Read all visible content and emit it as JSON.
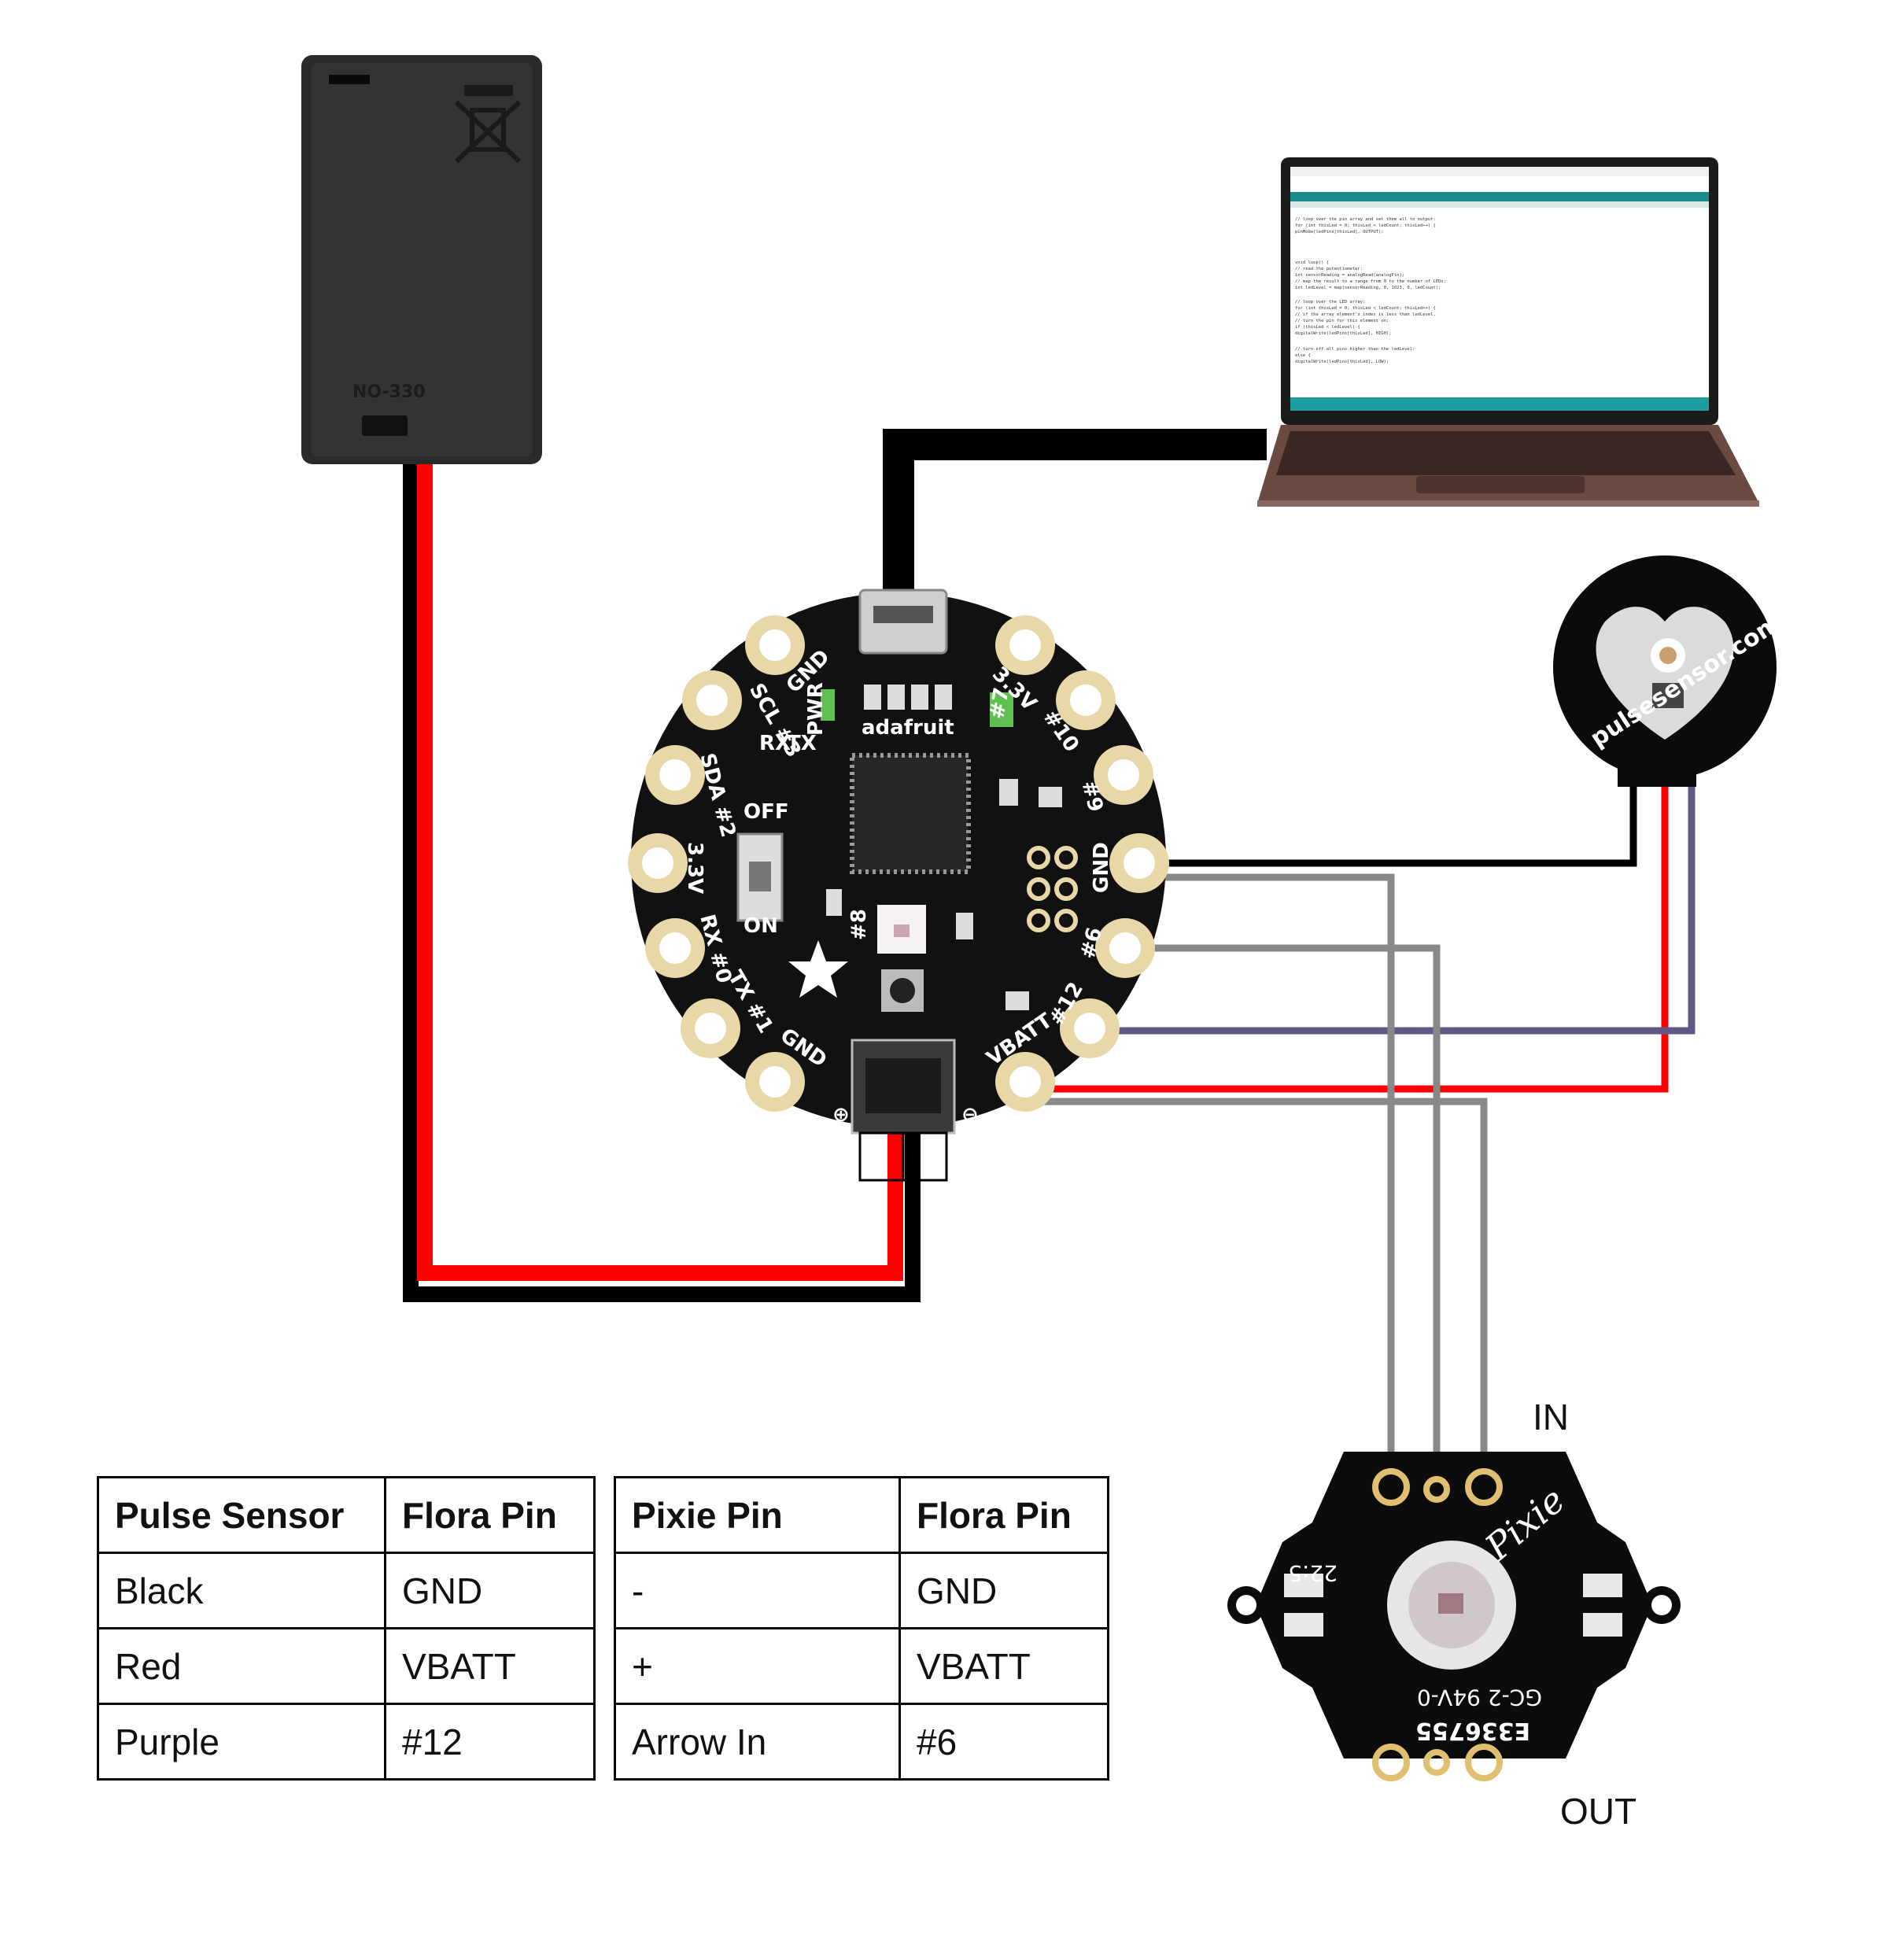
{
  "components": {
    "battery": {
      "model": "NO-330"
    },
    "flora": {
      "brand": "adafruit",
      "pads": [
        "GND",
        "3.3V",
        "#10",
        "#9",
        "GND",
        "#6",
        "#12",
        "VBATT",
        "GND",
        "TX #1",
        "RX #0",
        "3.3V",
        "SDA #2",
        "SCL #3"
      ],
      "board_labels": [
        "PWR",
        "RX",
        "TX",
        "OFF",
        "ON",
        "#7",
        "#8"
      ]
    },
    "pulse_sensor": {
      "brand": "pulsesensor.com"
    },
    "pixie": {
      "logo": "Pixie",
      "codes": [
        "22:5",
        "GC-2 94V-0",
        "E336755"
      ]
    }
  },
  "wire_colors": {
    "black": "#000000",
    "red": "#ff0000",
    "purple": "#605888",
    "gray": "#888888"
  },
  "labels": {
    "in": "IN",
    "out": "OUT"
  },
  "pulse_table": {
    "headers": [
      "Pulse Sensor",
      "Flora Pin"
    ],
    "rows": [
      [
        "Black",
        "GND"
      ],
      [
        "Red",
        "VBATT"
      ],
      [
        "Purple",
        "#12"
      ]
    ]
  },
  "pixie_table": {
    "headers": [
      "Pixie Pin",
      "Flora Pin"
    ],
    "rows": [
      [
        "-",
        "GND"
      ],
      [
        "+",
        "VBATT"
      ],
      [
        "Arrow In",
        "#6"
      ]
    ]
  }
}
